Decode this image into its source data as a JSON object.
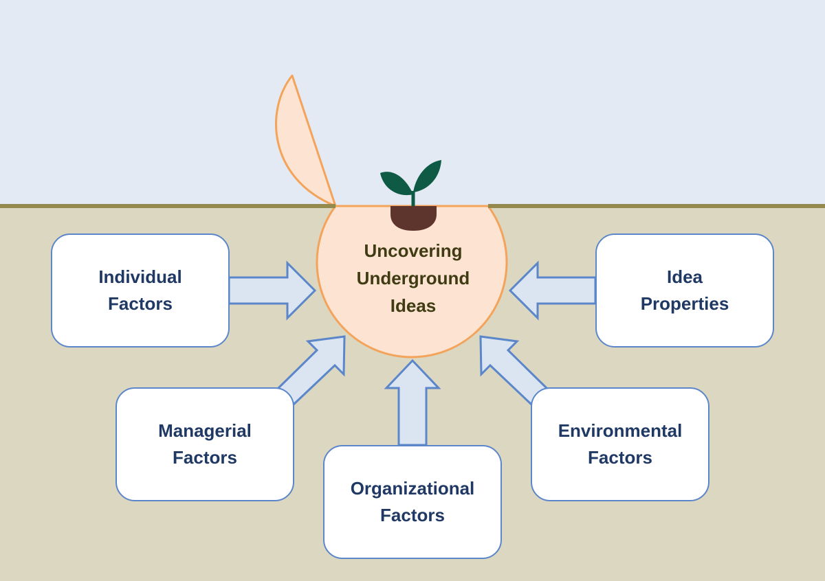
{
  "center": {
    "lines": [
      "Uncovering",
      "Underground",
      "Ideas"
    ]
  },
  "factors": {
    "individual": [
      "Individual",
      "Factors"
    ],
    "idea": [
      "Idea",
      "Properties"
    ],
    "managerial": [
      "Managerial",
      "Factors"
    ],
    "organizational": [
      "Organizational",
      "Factors"
    ],
    "environmental": [
      "Environmental",
      "Factors"
    ]
  },
  "colors": {
    "sky": "#e3eaf3",
    "ground": "#dcd7c1",
    "ground_line": "#958a4e",
    "seed_fill": "#fce3d2",
    "seed_stroke": "#f4a35a",
    "arrow_fill": "#dbe5f1",
    "arrow_stroke": "#5b86c9",
    "box_border": "#5b86c9",
    "box_text": "#1f3864",
    "center_text": "#3f3b13",
    "leaf": "#0e5a45",
    "pot": "#5e352c"
  }
}
